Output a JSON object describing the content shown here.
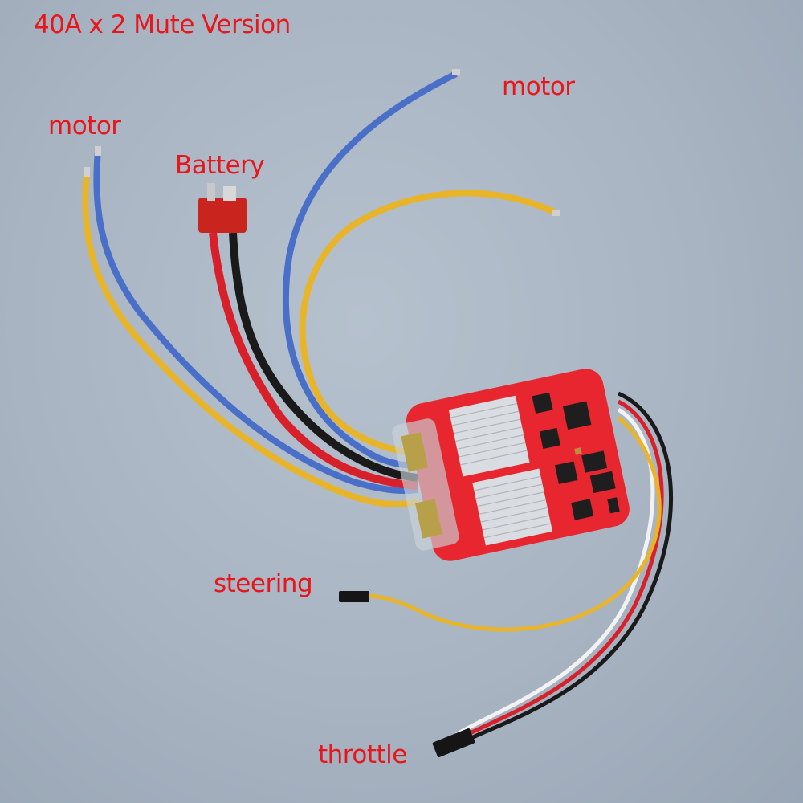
{
  "title": "40A x 2  Mute Version",
  "labels": {
    "motor_left": "motor",
    "motor_right": "motor",
    "battery": "Battery",
    "steering": "steering",
    "throttle": "throttle"
  },
  "colors": {
    "label": "#e8161b",
    "background": "#a9b5c3",
    "pcb": "#e8262f",
    "heatsink": "#d9dde2",
    "wire_blue": "#4a6fc9",
    "wire_yellow": "#e8b52a",
    "wire_black": "#1a1a1a",
    "wire_red": "#d8202a",
    "wire_white": "#f2f2f2"
  }
}
